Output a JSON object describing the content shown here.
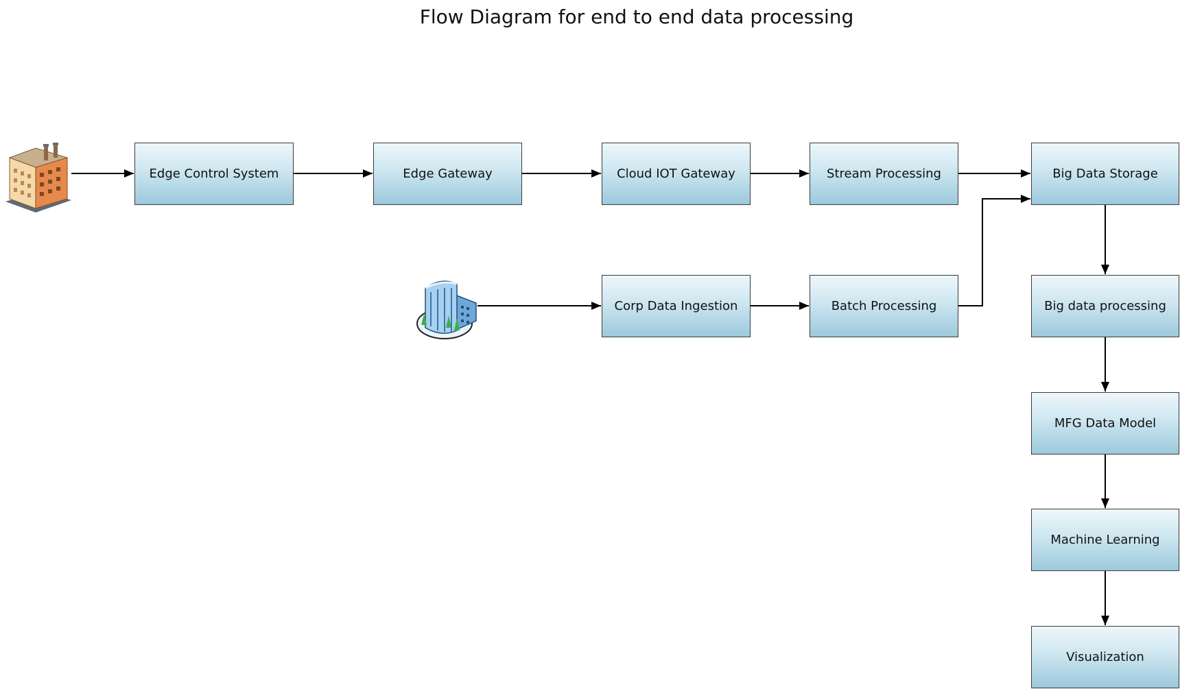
{
  "title": "Flow Diagram for end to end data processing",
  "icons": {
    "factory": "factory-icon",
    "corporate": "office-building-icon"
  },
  "nodes": {
    "edge_control": "Edge Control System",
    "edge_gateway": "Edge Gateway",
    "cloud_iot": "Cloud IOT Gateway",
    "stream": "Stream Processing",
    "big_storage": "Big Data Storage",
    "corp_ingest": "Corp Data Ingestion",
    "batch": "Batch Processing",
    "big_processing": "Big data processing",
    "mfg_model": "MFG Data Model",
    "ml": "Machine Learning",
    "viz": "Visualization"
  },
  "edges": [
    [
      "factory-icon",
      "edge_control"
    ],
    [
      "edge_control",
      "edge_gateway"
    ],
    [
      "edge_gateway",
      "cloud_iot"
    ],
    [
      "cloud_iot",
      "stream"
    ],
    [
      "stream",
      "big_storage"
    ],
    [
      "office-building-icon",
      "corp_ingest"
    ],
    [
      "corp_ingest",
      "batch"
    ],
    [
      "batch",
      "big_storage"
    ],
    [
      "big_storage",
      "big_processing"
    ],
    [
      "big_processing",
      "mfg_model"
    ],
    [
      "mfg_model",
      "ml"
    ],
    [
      "ml",
      "viz"
    ]
  ],
  "colors": {
    "node_fill_top": "#eef7fb",
    "node_fill_bottom": "#9cc9dc",
    "node_border": "#3b3b3b",
    "edge": "#000000"
  }
}
